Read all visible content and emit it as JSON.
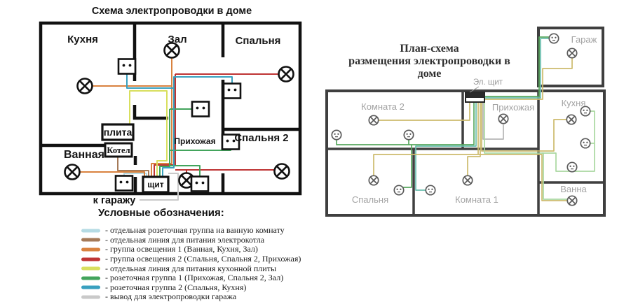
{
  "left_diagram": {
    "title": "Схема электропроводки в доме",
    "rooms": {
      "kitchen": "Кухня",
      "hall": "Зал",
      "bedroom": "Спальня",
      "bathroom": "Ванная",
      "hallway": "Прихожая",
      "bedroom2": "Спальня 2"
    },
    "labels": {
      "stove": "плита",
      "boiler": "Котел",
      "panel": "щит",
      "to_garage": "к гаражу"
    }
  },
  "right_diagram": {
    "title_line1": "План-схема",
    "title_line2": "размещения электропроводки в доме",
    "panel_label": "Эл. щит",
    "rooms": {
      "garage": "Гараж",
      "room2": "Комната 2",
      "hallway": "Прихожая",
      "kitchen": "Кухня",
      "bedroom": "Спальня",
      "room1": "Комната 1",
      "bath": "Ванна"
    }
  },
  "legend": {
    "title": "Условные обозначения:",
    "items": [
      {
        "color": "#b5dbe4",
        "label": "- отдельная розеточная группа на ванную комнату"
      },
      {
        "color": "#a57a58",
        "label": "- отдельная линия для питания электрокотла"
      },
      {
        "color": "#d9823f",
        "label": "- группа освещения 1 (Ванная, Кухня, Зал)"
      },
      {
        "color": "#bf3434",
        "label": "- группа освещения 2 (Спальня, Спальня 2, Прихожая)"
      },
      {
        "color": "#d8df5e",
        "label": "- отдельная линия для питания кухонной плиты"
      },
      {
        "color": "#43a45c",
        "label": "- розеточная группа 1 (Прихожая, Спальня 2, Зал)"
      },
      {
        "color": "#39a0bf",
        "label": "- розеточная группа 2 (Спальня, Кухня)"
      },
      {
        "color": "#c9c9c9",
        "label": "- вывод для электропроводки гаража"
      }
    ]
  },
  "wire_colors": {
    "bath_sockets": "#b5dbe4",
    "boiler": "#a57a58",
    "lighting1": "#d9823f",
    "lighting2": "#bf3434",
    "stove": "#d8df5e",
    "sockets1": "#43a45c",
    "sockets2": "#39a0bf",
    "garage": "#c9c9c9",
    "plan_khaki": "#cdbb6d",
    "plan_green": "#58a85e",
    "plan_teal": "#6abfae",
    "plan_lightgreen": "#a9d8a0",
    "plan_gray": "#b5b5b5"
  }
}
